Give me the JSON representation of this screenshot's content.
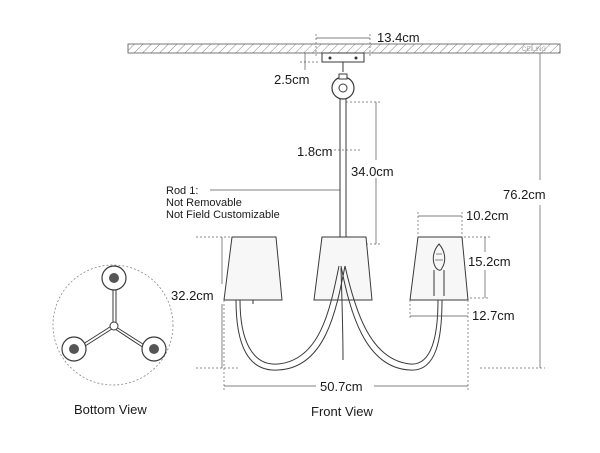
{
  "ceiling_label": "CEILING",
  "dimensions": {
    "canopy_width": "13.4cm",
    "canopy_height": "2.5cm",
    "rod_diameter": "1.8cm",
    "rod_length": "34.0cm",
    "overall_height": "76.2cm",
    "shade_top": "10.2cm",
    "shade_height": "15.2cm",
    "shade_bottom": "12.7cm",
    "fixture_height": "32.2cm",
    "overall_width": "50.7cm"
  },
  "rod_note": {
    "line1": "Rod 1:",
    "line2": "Not Removable",
    "line3": "Not Field Customizable"
  },
  "views": {
    "bottom": "Bottom View",
    "front": "Front View"
  }
}
